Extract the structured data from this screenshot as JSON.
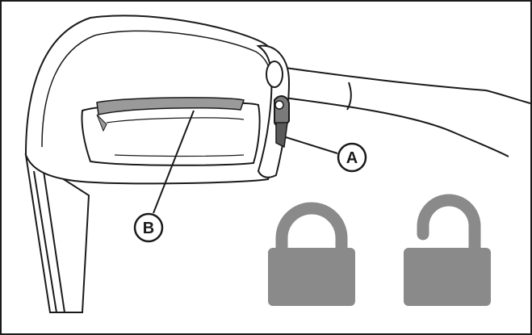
{
  "diagram": {
    "callouts": [
      {
        "id": "A",
        "label": "A"
      },
      {
        "id": "B",
        "label": "B"
      }
    ],
    "icons": [
      {
        "name": "padlock-locked-icon",
        "state": "locked"
      },
      {
        "name": "padlock-unlocked-icon",
        "state": "unlocked"
      }
    ],
    "colors": {
      "line": "#1a1a1a",
      "padlock": "#8a8a8a",
      "shading": "#9a9a9a",
      "background": "#ffffff"
    }
  }
}
